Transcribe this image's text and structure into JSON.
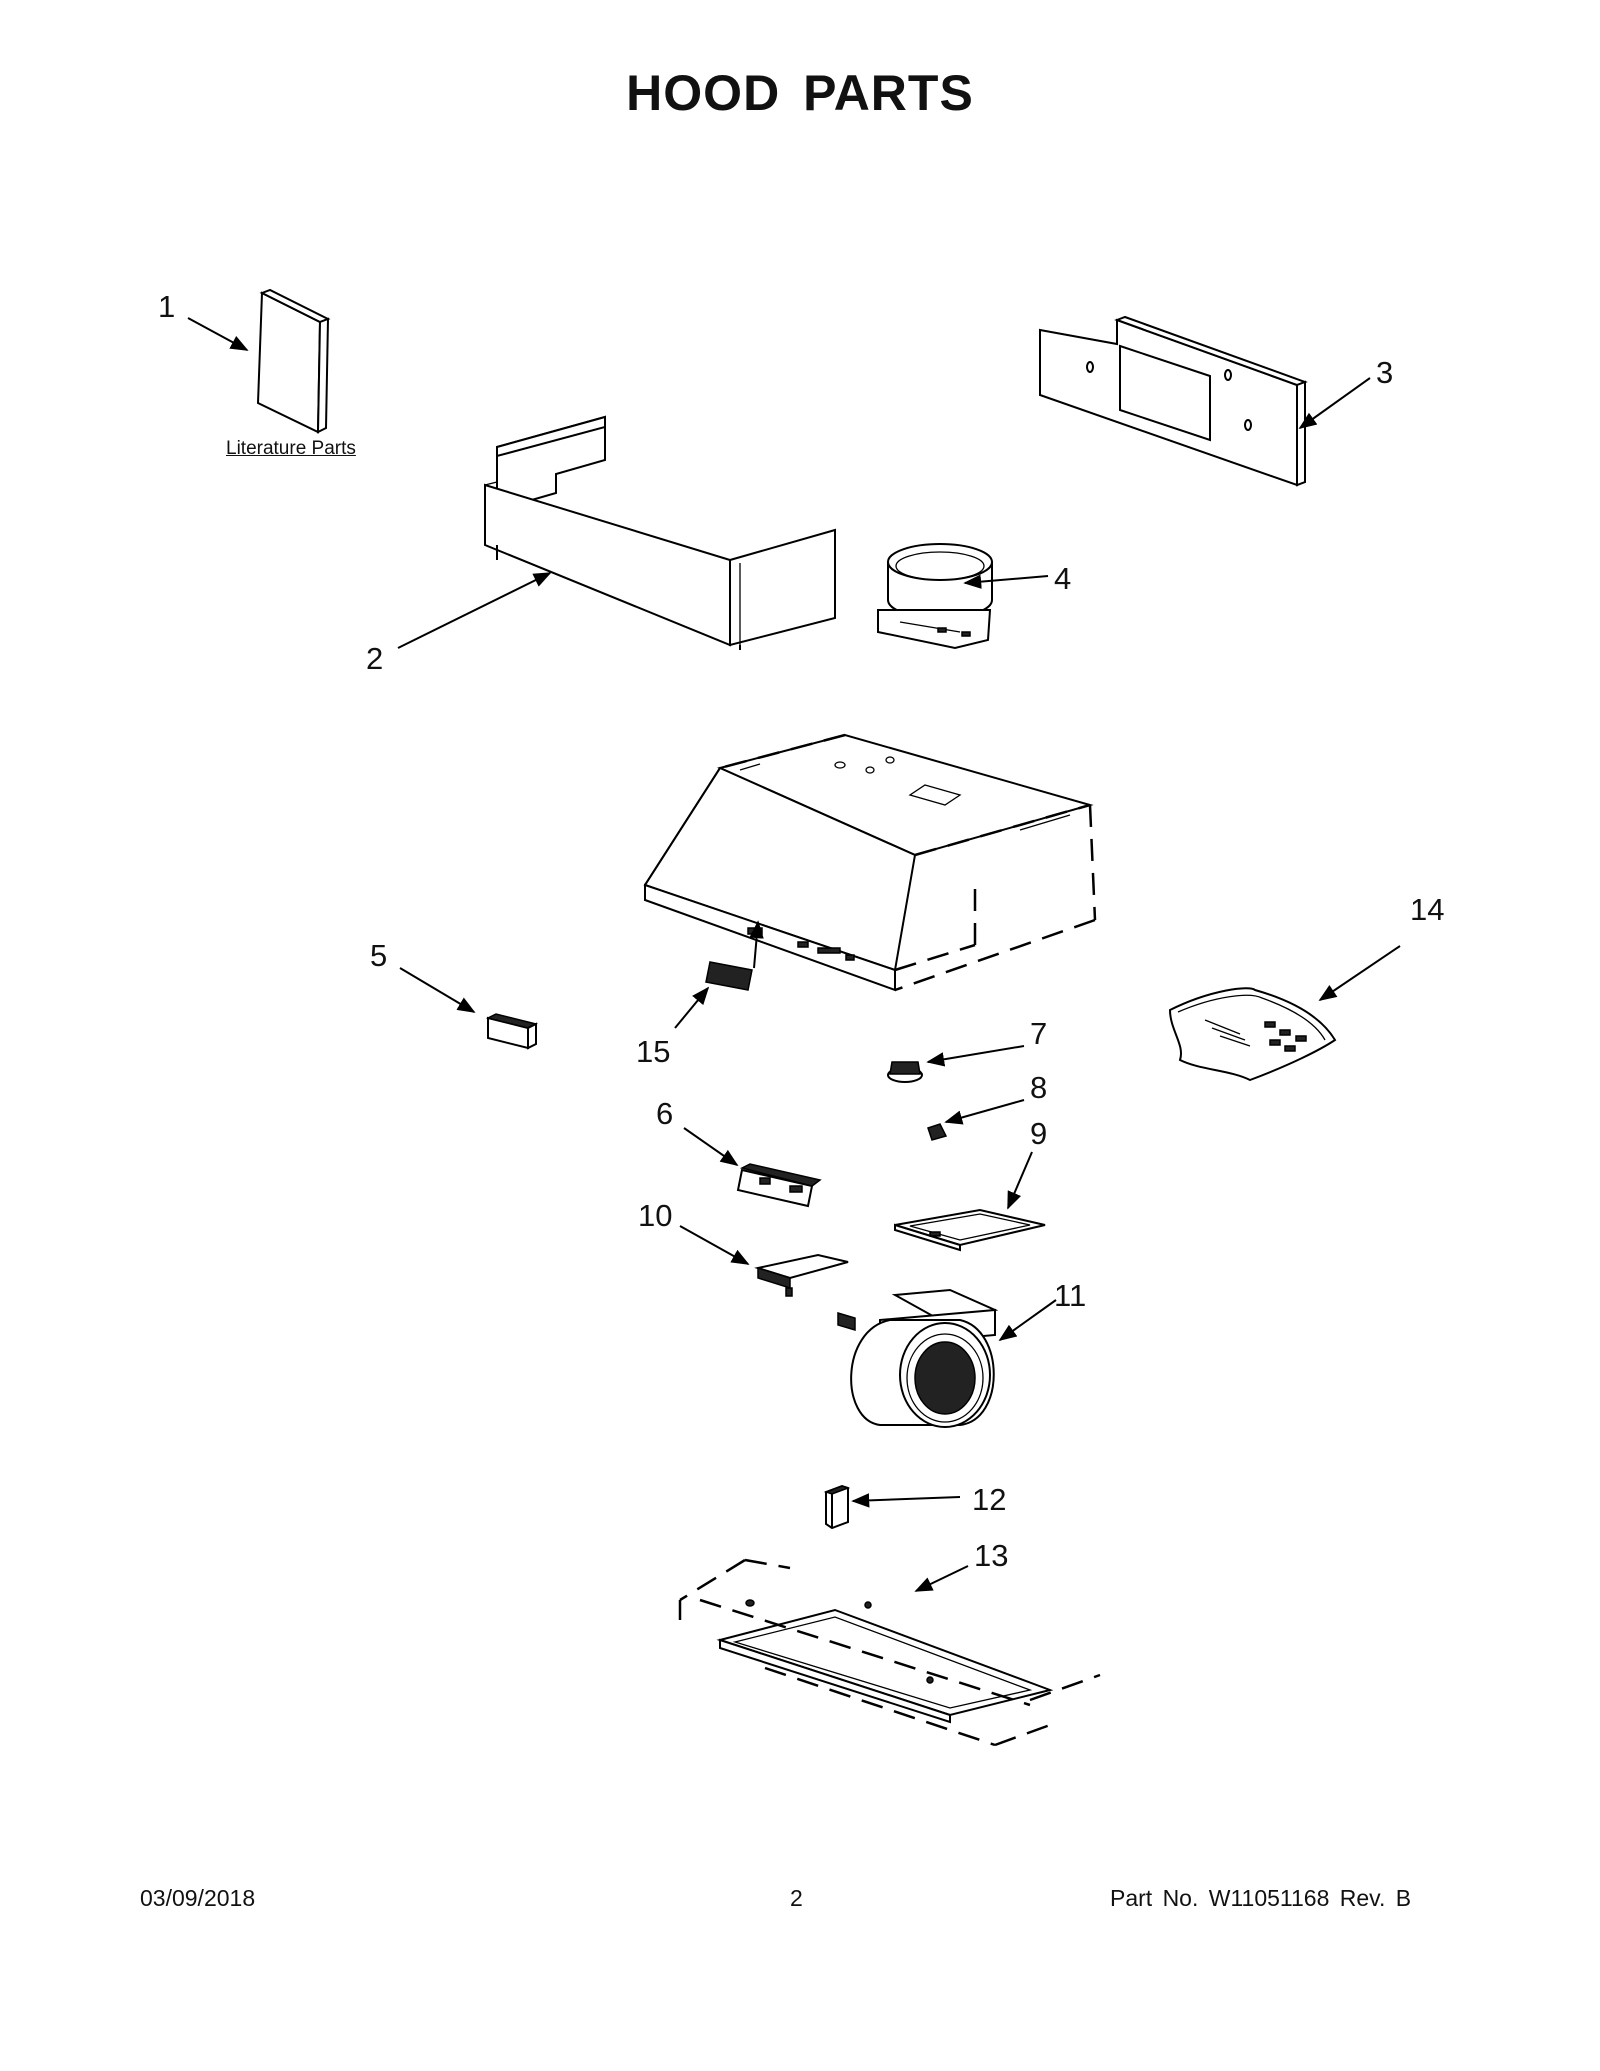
{
  "title": "HOOD PARTS",
  "literature_label": "Literature Parts",
  "callouts": {
    "c1": "1",
    "c2": "2",
    "c3": "3",
    "c4": "4",
    "c5": "5",
    "c6": "6",
    "c7": "7",
    "c8": "8",
    "c9": "9",
    "c10": "10",
    "c11": "11",
    "c12": "12",
    "c13": "13",
    "c14": "14",
    "c15": "15"
  },
  "footer": {
    "date": "03/09/2018",
    "page": "2",
    "part_no": "Part No.  W11051168  Rev.  B"
  }
}
